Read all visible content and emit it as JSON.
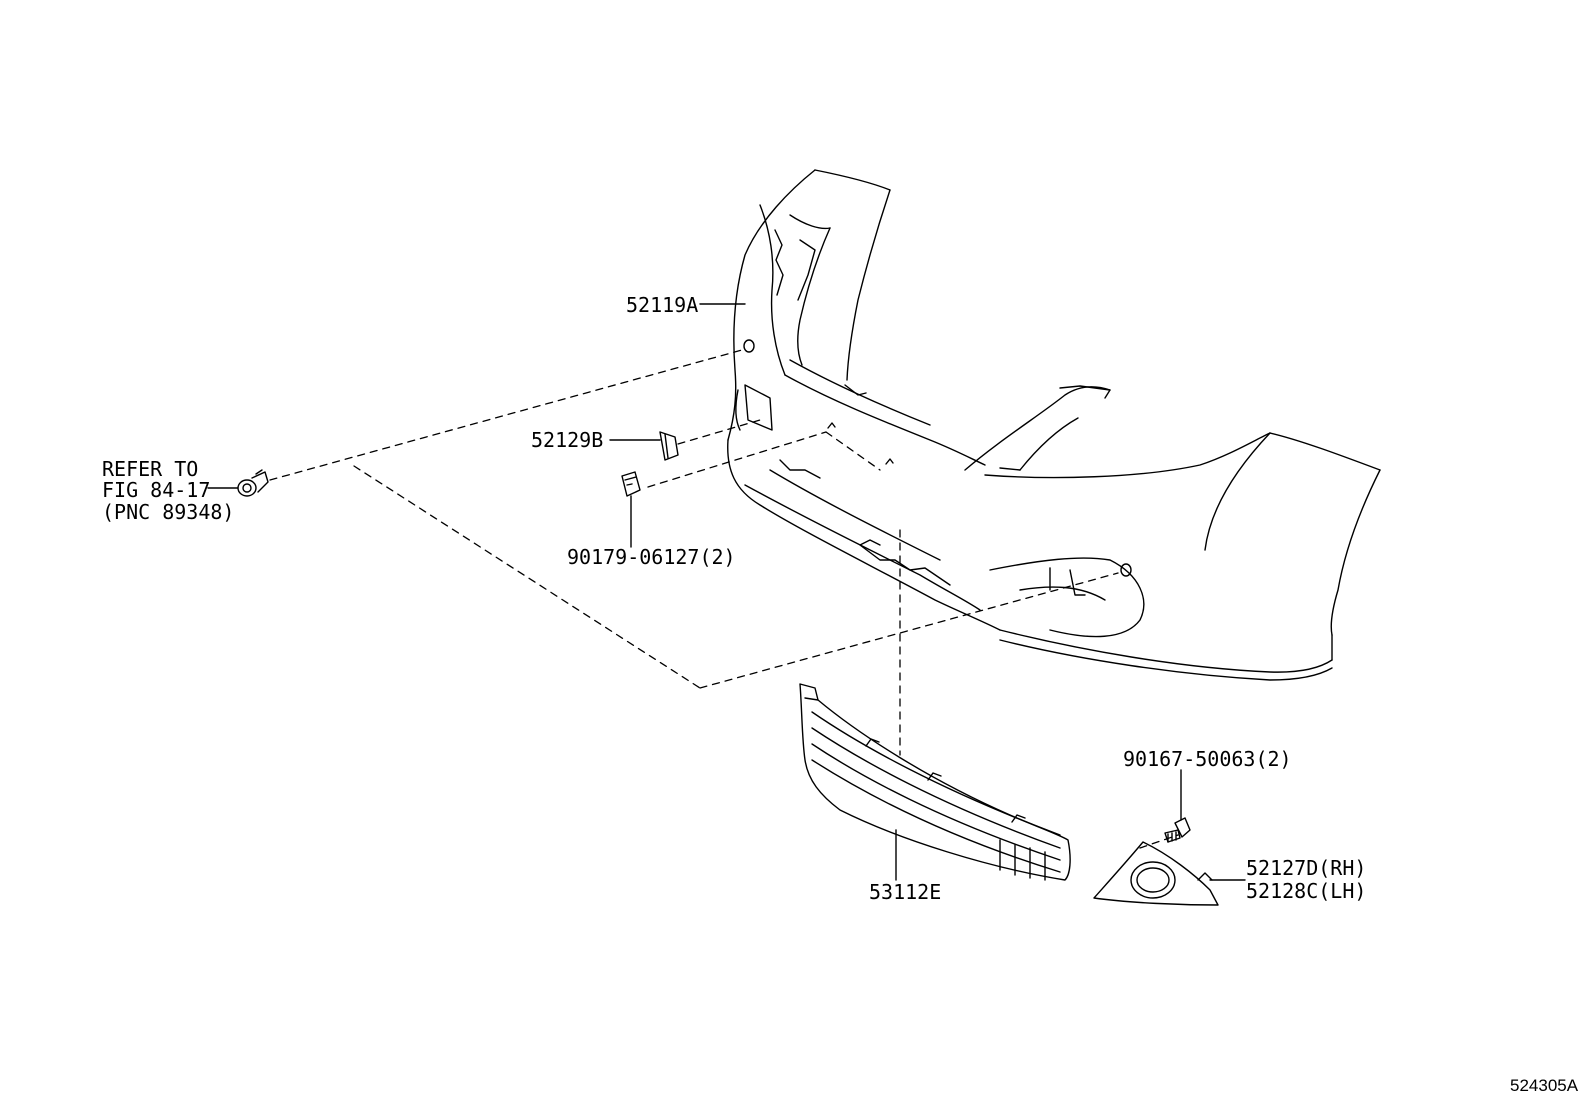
{
  "diagram_id": "524305A",
  "labels": {
    "bumper_cover": "52119A",
    "cover_part": "52129B",
    "clip": "90179-06127(2)",
    "sensor_ref_line1": "REFER TO",
    "sensor_ref_line2": "FIG 84-17",
    "sensor_ref_line3": "(PNC 89348)",
    "lower_grille": "53112E",
    "screw": "90167-50063(2)",
    "fog_cover_rh": "52127D(RH)",
    "fog_cover_lh": "52128C(LH)"
  }
}
